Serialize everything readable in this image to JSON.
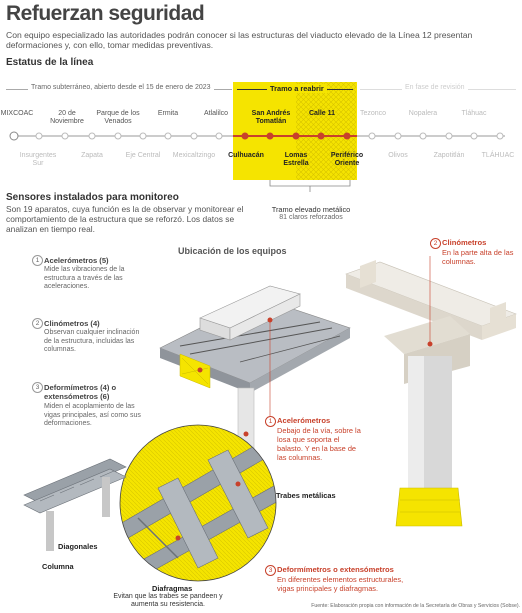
{
  "header": {
    "title": "Refuerzan seguridad",
    "intro": "Con equipo especializado las autoridades podrán conocer si las estructuras del viaducto elevado de la Línea 12 presentan deformaciones y, con ello, tomar medidas preventivas."
  },
  "status": {
    "heading": "Estatus de la línea",
    "segment_underground": "Tramo subterráneo, abierto desde el 15 de enero de 2023",
    "segment_reopen": "Tramo a reabrir",
    "segment_in_review": "En fase de revisión",
    "stations_top": [
      "MIXCOAC",
      "20 de Noviembre",
      "Parque de los Venados",
      "Ermita",
      "Atlalilco",
      "San Andrés Tomatlán",
      "Calle 11",
      "Tezonco",
      "Nopalera",
      "Tláhuac"
    ],
    "stations_bottom": [
      "Insurgentes Sur",
      "Zapata",
      "Eje Central",
      "Mexicaltzingo",
      "Culhuacán",
      "Lomas Estrella",
      "Periférico Oriente",
      "Olivos",
      "Zapotitlán",
      "TLÁHUAC"
    ],
    "elevated_title": "Tramo elevado metálico",
    "elevated_sub": "81 claros reforzados"
  },
  "sensors": {
    "heading": "Sensores instalados para monitoreo",
    "intro": "Son 19 aparatos, cuya función es la de observar y monitorear el comportamiento de la estructura que se reforzó. Los datos se analizan en tiempo real.",
    "location_heading": "Ubicación de los equipos",
    "items": [
      {
        "num": "1",
        "title": "Acelerómetros (5)",
        "desc": "Mide las vibraciones de la estructura a través de las aceleraciones."
      },
      {
        "num": "2",
        "title": "Clinómetros (4)",
        "desc": "Observan cualquier inclinación de la estructura, incluidas las columnas."
      },
      {
        "num": "3",
        "title": "Deformímetros (4) o extensómetros (6)",
        "desc": "Miden el acoplamiento de las vigas principales, así como sus deformaciones."
      }
    ]
  },
  "callouts": {
    "clinometros": {
      "num": "2",
      "title": "Clinómetros",
      "desc": "En la parte alta de las columnas."
    },
    "acelerometros": {
      "num": "1",
      "title": "Acelerómetros",
      "desc": "Debajo de la vía, sobre la losa que soporta el balasto. Y en la base de las columnas."
    },
    "deformimetros": {
      "num": "3",
      "title": "Deformímetros o extensómetros",
      "desc": "En diferentes elementos estructurales, vigas principales y diafragmas."
    }
  },
  "labels": {
    "trabes": "Trabes metálicas",
    "diagonales": "Diagonales",
    "columna": "Columna",
    "diafragmas": "Diafragmas",
    "diafragmas_desc": "Evitan que las trabes se pandeen y aumenta su resistencia."
  },
  "source": "Fuente: Elaboración propia con información de la Secretaría de Obras y Servicios (Sobse).",
  "colors": {
    "accent_yellow": "#f5e400",
    "accent_red": "#c8412b"
  },
  "counters": {
    "stations_total": 20
  }
}
